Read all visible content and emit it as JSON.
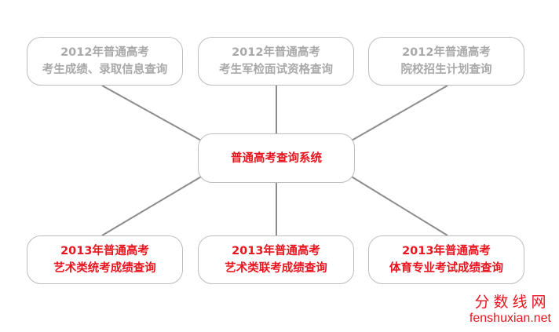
{
  "diagram": {
    "center": {
      "label": "普通高考查询系统"
    },
    "top": [
      {
        "line1": "2012年普通高考",
        "line2": "考生成绩、录取信息查询"
      },
      {
        "line1": "2012年普通高考",
        "line2": "考生军检面试资格查询"
      },
      {
        "line1": "2012年普通高考",
        "line2": "院校招生计划查询"
      }
    ],
    "bottom": [
      {
        "line1": "2013年普通高考",
        "line2": "艺术类统考成绩查询"
      },
      {
        "line1": "2013年普通高考",
        "line2": "艺术类联考成绩查询"
      },
      {
        "line1": "2013年普通高考",
        "line2": "体育专业考试成绩查询"
      }
    ]
  },
  "watermark": {
    "cn": "分数线网",
    "en": "fenshuxian.net"
  },
  "colors": {
    "red": "#e8141e",
    "gray_text": "#a9a9a9",
    "border": "#bdbdbd",
    "line": "#8c8c8c"
  }
}
